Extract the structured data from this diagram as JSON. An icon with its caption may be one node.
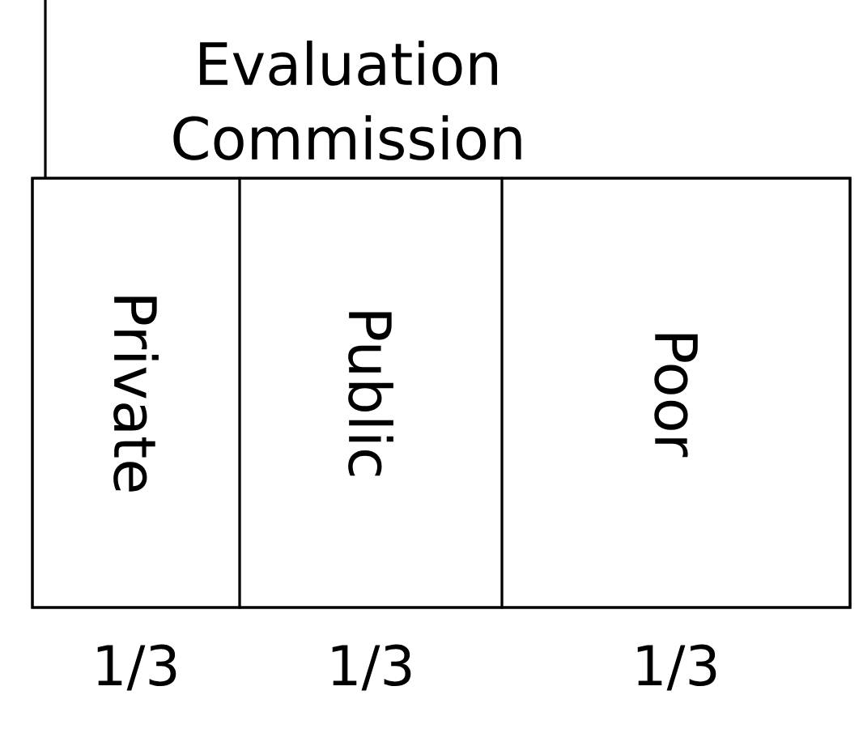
{
  "diagram": {
    "nodes": [
      {
        "text": [
          "Evaluation Commission"
        ]
      },
      {
        "text": [
          "Private"
        ],
        "in": 0,
        "beside": [
          "1/3"
        ]
      },
      {
        "text": [
          "Public"
        ],
        "in": 0,
        "beside": [
          "1/3"
        ]
      },
      {
        "text": [
          "Poor"
        ],
        "in": 0,
        "beside": [
          "1/3"
        ]
      }
    ]
  }
}
